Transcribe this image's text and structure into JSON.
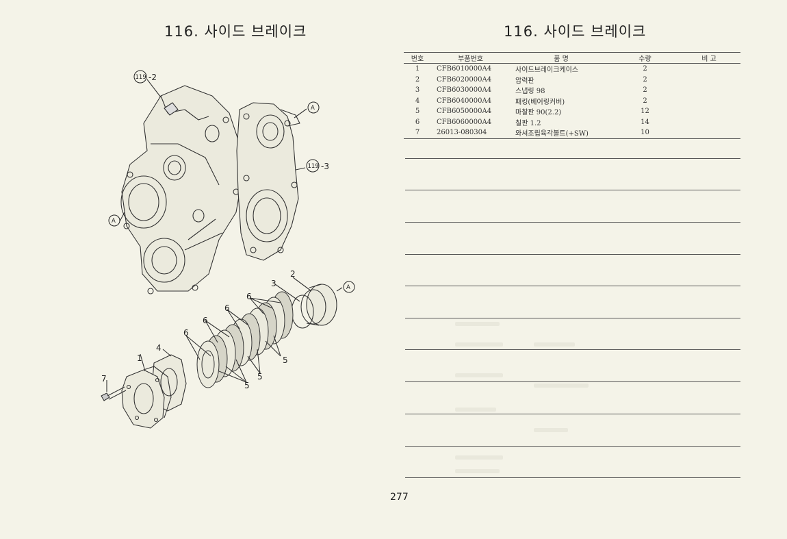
{
  "left_page": {
    "title": "116. 사이드 브레이크"
  },
  "right_page": {
    "title": "116. 사이드 브레이크"
  },
  "table": {
    "headers": {
      "no": "번호",
      "part_no": "부품번호",
      "name": "품  명",
      "qty": "수량",
      "remarks": "비  고"
    },
    "rows": [
      {
        "no": "1",
        "part_no": "CFB6010000A4",
        "name": "사이드브레이크케이스",
        "qty": "2",
        "remarks": ""
      },
      {
        "no": "2",
        "part_no": "CFB6020000A4",
        "name": "압력판",
        "qty": "2",
        "remarks": ""
      },
      {
        "no": "3",
        "part_no": "CFB6030000A4",
        "name": "스냅링 98",
        "qty": "2",
        "remarks": ""
      },
      {
        "no": "4",
        "part_no": "CFB6040000A4",
        "name": "패킹(베어링커버)",
        "qty": "2",
        "remarks": ""
      },
      {
        "no": "5",
        "part_no": "CFB6050000A4",
        "name": "마찰판 90(2.2)",
        "qty": "12",
        "remarks": ""
      },
      {
        "no": "6",
        "part_no": "CFB6060000A4",
        "name": "칠판 1.2",
        "qty": "14",
        "remarks": ""
      },
      {
        "no": "7",
        "part_no": "26013-080304",
        "name": "와셔조립육각볼트(+SW)",
        "qty": "10",
        "remarks": ""
      }
    ]
  },
  "diagram": {
    "callouts": {
      "ref_119_2": "-2",
      "ref_119_3": "-3",
      "circle_119": "119",
      "circle_a": "A",
      "n1": "1",
      "n2": "2",
      "n3": "3",
      "n4": "4",
      "n5": "5",
      "n6": "6",
      "n7": "7"
    }
  },
  "page_number": "277"
}
